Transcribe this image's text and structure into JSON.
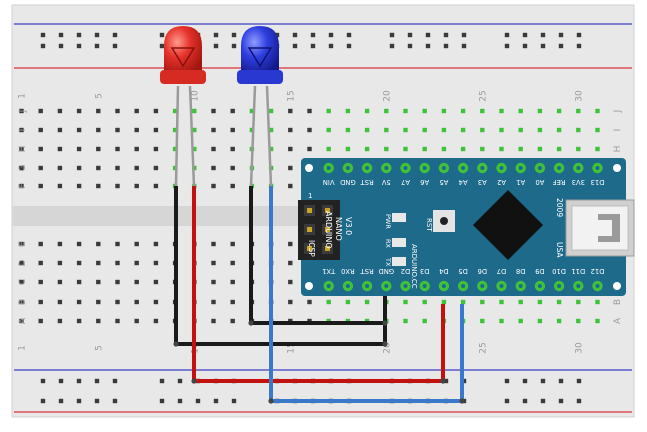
{
  "breadboard": {
    "column_numbers": [
      "1",
      "5",
      "10",
      "15",
      "20",
      "25",
      "30"
    ],
    "row_letters_top": [
      "J",
      "I",
      "H",
      "G",
      "F"
    ],
    "row_letters_bottom": [
      "E",
      "D",
      "C",
      "B",
      "A"
    ]
  },
  "leds": [
    {
      "color_name": "red",
      "body_color": "#e5322b",
      "dark_color": "#a31510"
    },
    {
      "color_name": "blue",
      "body_color": "#2f3fe0",
      "dark_color": "#141a8c"
    }
  ],
  "nano": {
    "brand_lines": [
      "ARDUINO",
      "NANO",
      "V3.0"
    ],
    "year": "2009",
    "usa": "USA",
    "website": "ARDUINO.CC",
    "icsp": "ICSP",
    "icsp_pin": "1",
    "rst_button": "RST",
    "led_labels": [
      "PWR",
      "RX",
      "TX"
    ],
    "top_pins": [
      "VIN",
      "GND",
      "RST",
      "5V",
      "A7",
      "A6",
      "A5",
      "A4",
      "A3",
      "A2",
      "A1",
      "A0",
      "REF",
      "3V3",
      "D13"
    ],
    "bottom_pins": [
      "TX1",
      "RX0",
      "RST",
      "GND",
      "D2",
      "D3",
      "D4",
      "D5",
      "D6",
      "D7",
      "D8",
      "D9",
      "D10",
      "D11",
      "D12"
    ],
    "board_color": "#1e6a8a"
  },
  "wires": {
    "black": "#1a1a1a",
    "red": "#c21111",
    "blue": "#3a78c9"
  },
  "colors": {
    "power_rail_red": "#d9333a",
    "power_rail_blue": "#3b3fc4",
    "connected_hole": "#3fc23a"
  }
}
